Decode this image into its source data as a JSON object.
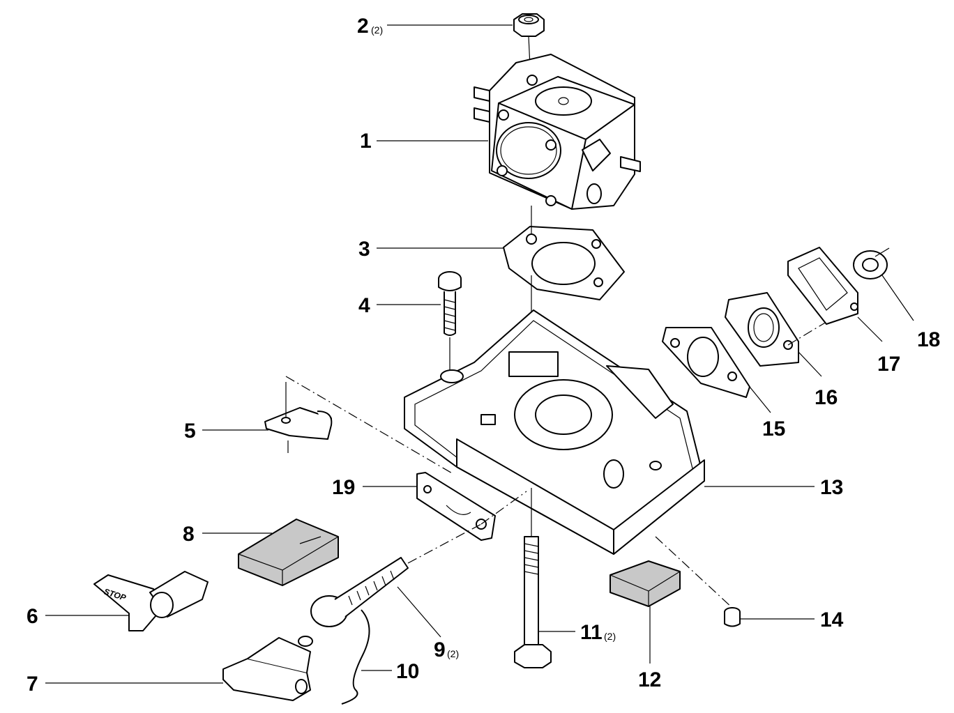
{
  "callouts": [
    {
      "num": "1",
      "qty": ""
    },
    {
      "num": "2",
      "qty": "(2)"
    },
    {
      "num": "3",
      "qty": ""
    },
    {
      "num": "4",
      "qty": ""
    },
    {
      "num": "5",
      "qty": ""
    },
    {
      "num": "6",
      "qty": ""
    },
    {
      "num": "7",
      "qty": ""
    },
    {
      "num": "8",
      "qty": ""
    },
    {
      "num": "9",
      "qty": "(2)"
    },
    {
      "num": "10",
      "qty": ""
    },
    {
      "num": "11",
      "qty": "(2)"
    },
    {
      "num": "12",
      "qty": ""
    },
    {
      "num": "13",
      "qty": ""
    },
    {
      "num": "14",
      "qty": ""
    },
    {
      "num": "15",
      "qty": ""
    },
    {
      "num": "16",
      "qty": ""
    },
    {
      "num": "17",
      "qty": ""
    },
    {
      "num": "18",
      "qty": ""
    },
    {
      "num": "19",
      "qty": ""
    }
  ],
  "stop_lever_text": "STOP",
  "colors": {
    "line": "#000000",
    "background": "#ffffff",
    "pad": "#c8c8c8"
  }
}
